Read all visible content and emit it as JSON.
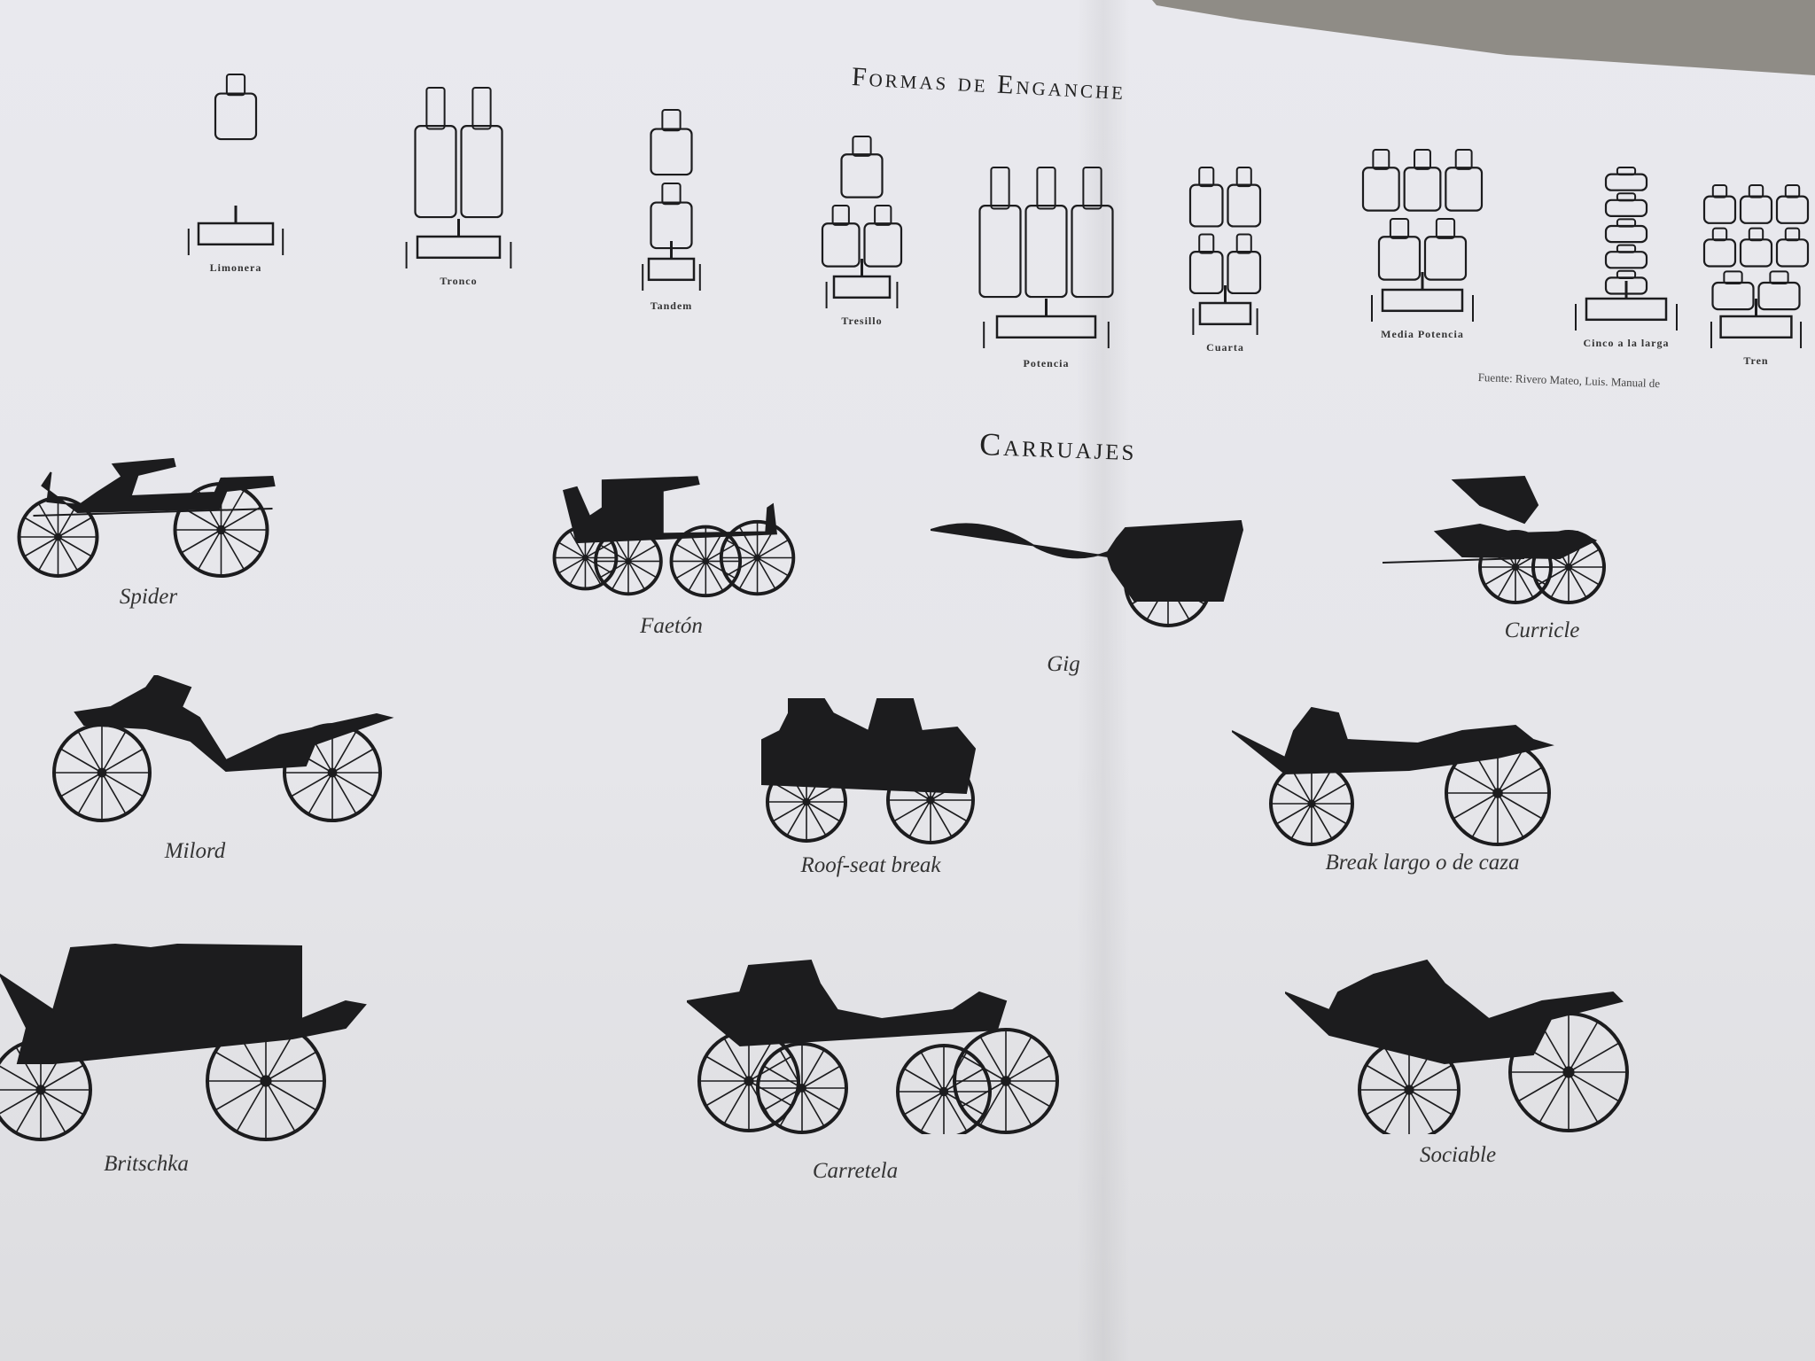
{
  "page": {
    "enganche_title": "Formas de Enganche",
    "carruajes_title": "Carruajes",
    "fuente": "Fuente: Rivero Mateo, Luis. Manual de"
  },
  "teams": [
    {
      "label": "Limonera",
      "horses": [
        1,
        0
      ]
    },
    {
      "label": "Tronco",
      "horses": [
        2
      ]
    },
    {
      "label": "Tandem",
      "horses": [
        1,
        1
      ]
    },
    {
      "label": "Tresillo",
      "horses": [
        1,
        2
      ]
    },
    {
      "label": "Potencia",
      "horses": [
        3
      ]
    },
    {
      "label": "Cuarta",
      "horses": [
        2,
        2
      ]
    },
    {
      "label": "Media Potencia",
      "horses": [
        3,
        2
      ]
    },
    {
      "label": "Cinco a la larga",
      "horses": [
        1,
        1,
        1,
        1,
        1
      ]
    },
    {
      "label": "Tren",
      "horses": [
        3,
        3,
        2
      ]
    }
  ],
  "carriages": [
    {
      "label": "Spider",
      "type": "spider"
    },
    {
      "label": "Faetón",
      "type": "faeton"
    },
    {
      "label": "Gig",
      "type": "gig"
    },
    {
      "label": "Curricle",
      "type": "curricle"
    },
    {
      "label": "Milord",
      "type": "milord"
    },
    {
      "label": "Roof-seat break",
      "type": "roofseat"
    },
    {
      "label": "Break largo o de caza",
      "type": "break"
    },
    {
      "label": "Britschka",
      "type": "britschka"
    },
    {
      "label": "Carretela",
      "type": "carretela"
    },
    {
      "label": "Sociable",
      "type": "sociable"
    }
  ],
  "colors": {
    "ink": "#1c1c1e",
    "paper": "#e8e8ec"
  }
}
